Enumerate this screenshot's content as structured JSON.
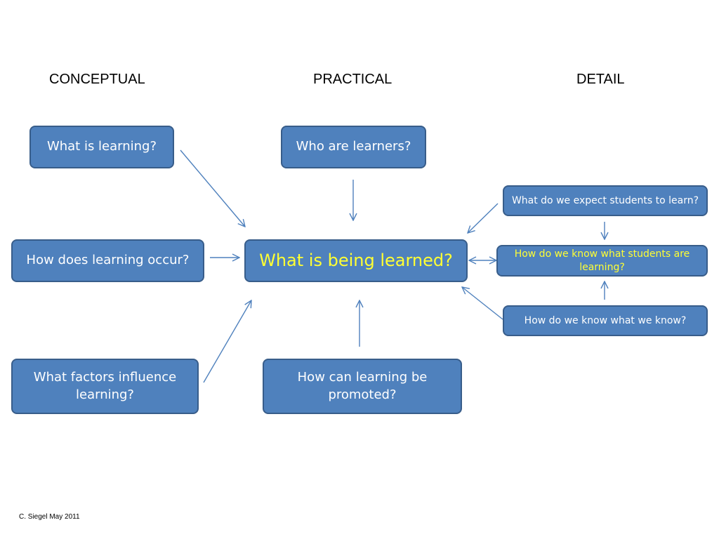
{
  "headers": {
    "conceptual": "CONCEPTUAL",
    "practical": "PRACTICAL",
    "detail": "DETAIL"
  },
  "boxes": {
    "what_is_learning": "What is learning?",
    "who_are_learners": "Who are learners?",
    "how_does_learning_occur": "How does learning occur?",
    "what_is_being_learned": "What is being learned?",
    "what_factors_influence": "What factors influence learning?",
    "how_can_learning_be_promoted": "How can learning be promoted?",
    "what_do_we_expect": "What do we expect students to learn?",
    "how_do_we_know_students": "How do we know what students are learning?",
    "how_do_we_know_what_we_know": "How do we know what we know?"
  },
  "colors": {
    "box_fill": "#4f81bd",
    "box_border": "#385d8a",
    "highlight_text": "#ffff33",
    "arrow": "#4f81bd"
  },
  "footer": "C. Siegel May 2011"
}
